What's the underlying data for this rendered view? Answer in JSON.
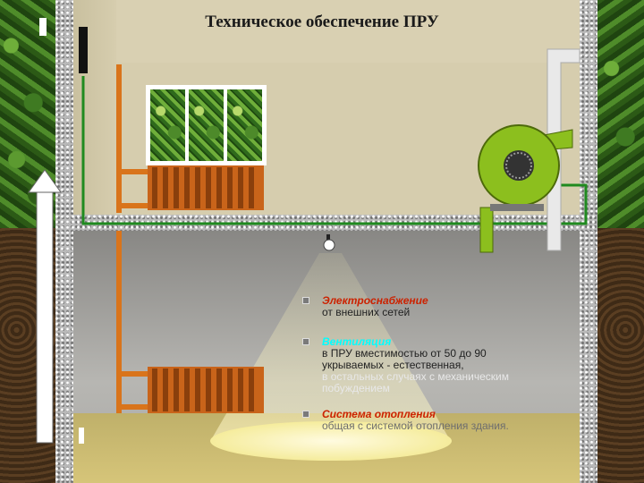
{
  "title": "Техническое обеспечение ПРУ",
  "bullets": [
    {
      "heading": "Электроснабжение",
      "lines": [
        "от внешних сетей"
      ]
    },
    {
      "heading": "Вентиляция",
      "lines": [
        "в ПРУ вместимостью от 50 до 90",
        "укрываемых - естественная,",
        "в остальных случаях с механическим",
        "побуждением"
      ]
    },
    {
      "heading": "Система отопления",
      "lines": [
        "общая с системой отопления здания."
      ]
    }
  ],
  "colors": {
    "heading_electricity": "#cc2200",
    "heading_ventilation": "#00ffff",
    "heading_heating": "#cc2200",
    "pipe": "#e07d23",
    "fan": "#8cbf1e",
    "cable": "#1f8a1f"
  },
  "icons": [
    "light-bulb-icon",
    "fan-icon",
    "radiator-icon",
    "window-icon",
    "arrow-up-icon"
  ]
}
